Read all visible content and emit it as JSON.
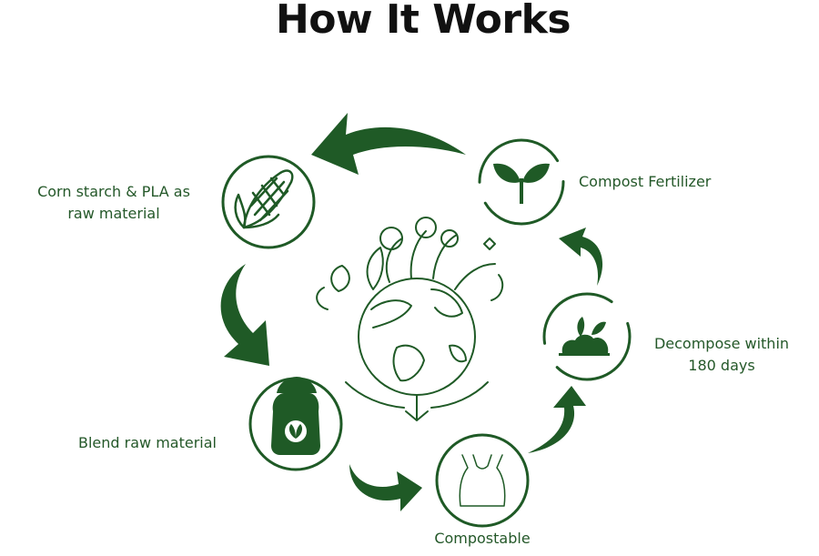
{
  "title": "How It Works",
  "colors": {
    "primary": "#1f5a26",
    "text": "#245829",
    "title": "#111111"
  },
  "steps": [
    {
      "id": "corn",
      "label_lines": [
        "Corn starch & PLA as",
        "raw material"
      ],
      "icon": "corn-icon"
    },
    {
      "id": "blend",
      "label_lines": [
        "Blend raw material"
      ],
      "icon": "sack-icon"
    },
    {
      "id": "compostable",
      "label_lines": [
        "Compostable"
      ],
      "icon": "plastic-bag-icon"
    },
    {
      "id": "decompose",
      "label_lines": [
        "Decompose within",
        "180 days"
      ],
      "icon": "decomposing-soil-icon"
    },
    {
      "id": "fertilizer",
      "label_lines": [
        "Compost Fertilizer"
      ],
      "icon": "sprout-icon"
    }
  ],
  "center_icon": "earth-with-plants-icon"
}
